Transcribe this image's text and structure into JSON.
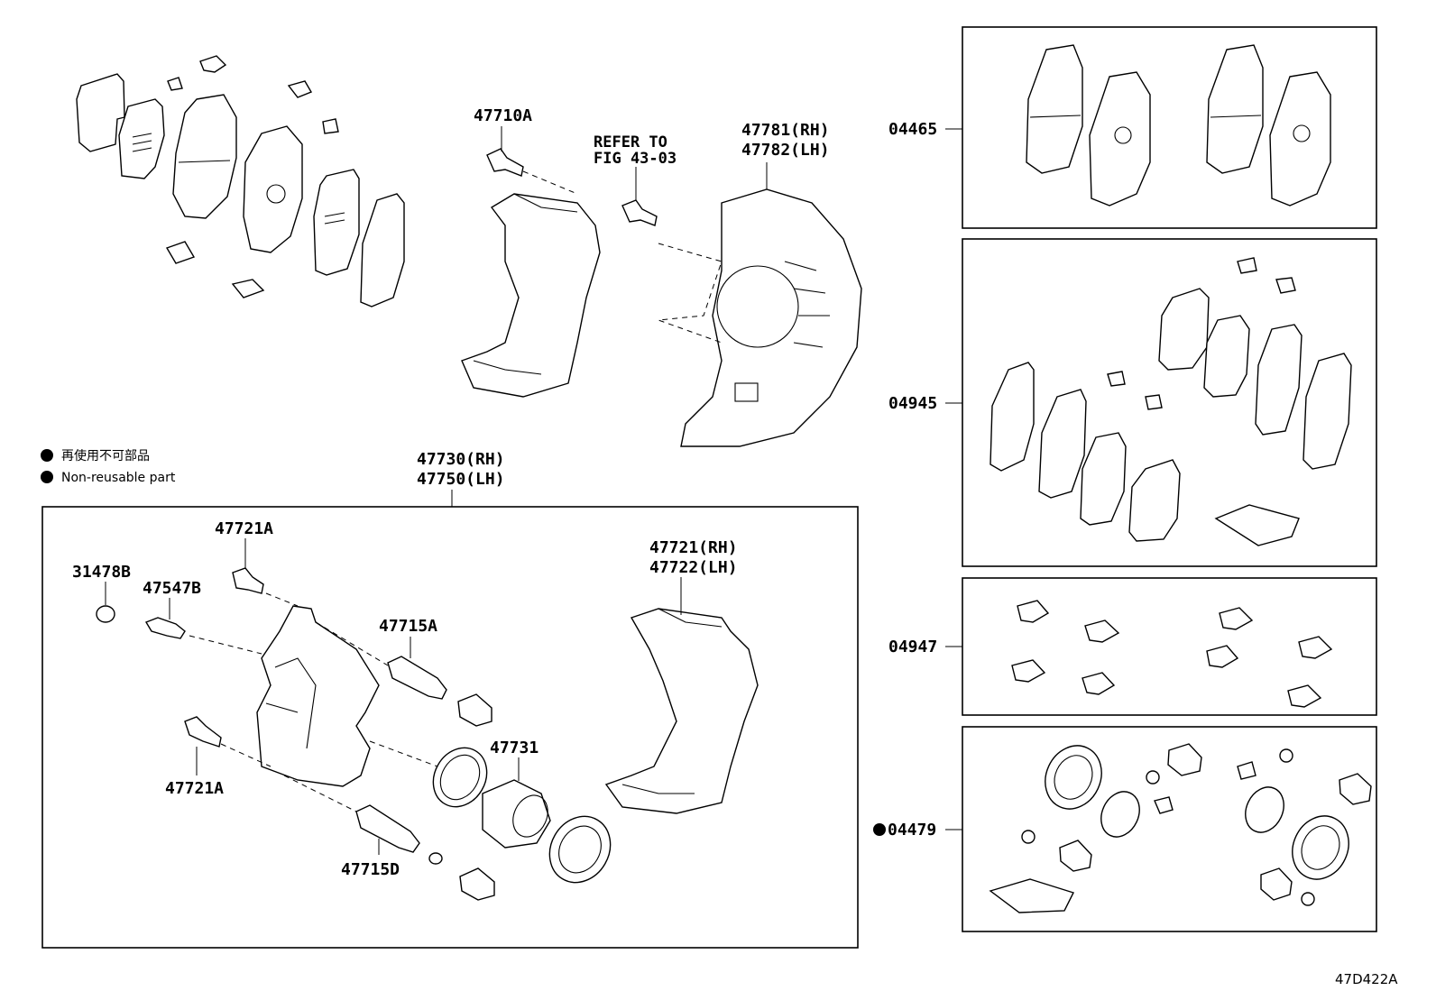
{
  "diagram_code": "47D422A",
  "legend": {
    "jp": "再使用不可部品",
    "en": "Non-reusable part"
  },
  "callouts": {
    "bolt_47710A": "47710A",
    "refer_line1": "REFER TO",
    "refer_line2": "FIG 43-03",
    "cover_rh": "47781(RH)",
    "cover_lh": "47782(LH)",
    "caliper_rh": "47730(RH)",
    "caliper_lh": "47750(LH)",
    "bolt_47721A_top": "47721A",
    "bolt_47721A_bottom": "47721A",
    "cap_31478B": "31478B",
    "bleeder_47547B": "47547B",
    "pin_47715A": "47715A",
    "pin_47715D": "47715D",
    "piston_47731": "47731",
    "mount_rh": "47721(RH)",
    "mount_lh": "47722(LH)"
  },
  "kits": {
    "pad_kit": "04465",
    "shim_kit": "04945",
    "fitting_kit": "04947",
    "cylinder_kit": "04479"
  }
}
